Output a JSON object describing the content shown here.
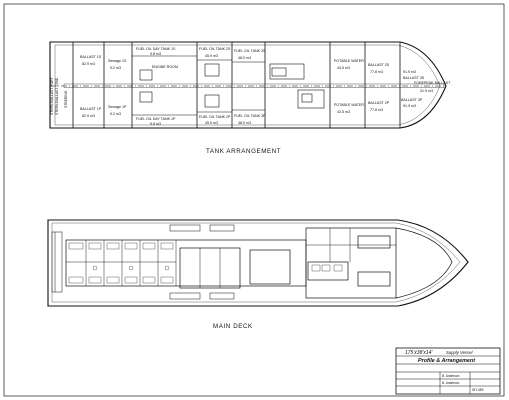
{
  "drawing": {
    "tank_caption": "TANK ARRANGEMENT",
    "deck_caption": "MAIN DECK",
    "title_block": {
      "vessel_dims": "175'x38'x14'",
      "vessel_type": "Supply Vessel",
      "sheet_title": "Profile & Arrangement",
      "row1": "B. Anderson",
      "row2": "B. Anderson",
      "row3": "INT-459"
    }
  },
  "tank_arrangement": {
    "aft_labels": [
      "STERN BALLAST STBD",
      "STERN BALLAST PORT"
    ],
    "steering": "STEERING",
    "tanks": [
      {
        "name": "BALLAST 1S",
        "vol": "82.9 m3"
      },
      {
        "name": "BALLAST 1P",
        "vol": "82.9 m3"
      },
      {
        "name": "Sewage 1S",
        "vol": "9.2 m3"
      },
      {
        "name": "Sewage 1P",
        "vol": "9.2 m3"
      },
      {
        "name": "FUEL OIL DAY TANK 1S",
        "vol": "9.8 m3"
      },
      {
        "name": "FUEL OIL DAY TANK 1P",
        "vol": "9.8 m3"
      },
      {
        "name": "ENGINE ROOM",
        "vol": ""
      },
      {
        "name": "FUEL OIL TANK 2S",
        "vol": "45.9 m3"
      },
      {
        "name": "FUEL OIL TANK 2P",
        "vol": "45.9 m3"
      },
      {
        "name": "FUEL OIL TANK 3S",
        "vol": "48.0 m3"
      },
      {
        "name": "FUEL OIL TANK 3P",
        "vol": "48.0 m3"
      },
      {
        "name": "POTABLE WATER",
        "vol": "43.5 m3"
      },
      {
        "name": "POTABLE WATER",
        "vol": "43.5 m3"
      },
      {
        "name": "BALLAST 2S",
        "vol": "77.8 m3"
      },
      {
        "name": "BALLAST 2P",
        "vol": "77.8 m3"
      },
      {
        "name": "BALLAST 3S",
        "vol": "91.9 m3"
      },
      {
        "name": "BALLAST 3P",
        "vol": "91.9 m3"
      },
      {
        "name": "FOREPEAK BALLAST",
        "vol": "31.9 m3"
      }
    ]
  }
}
